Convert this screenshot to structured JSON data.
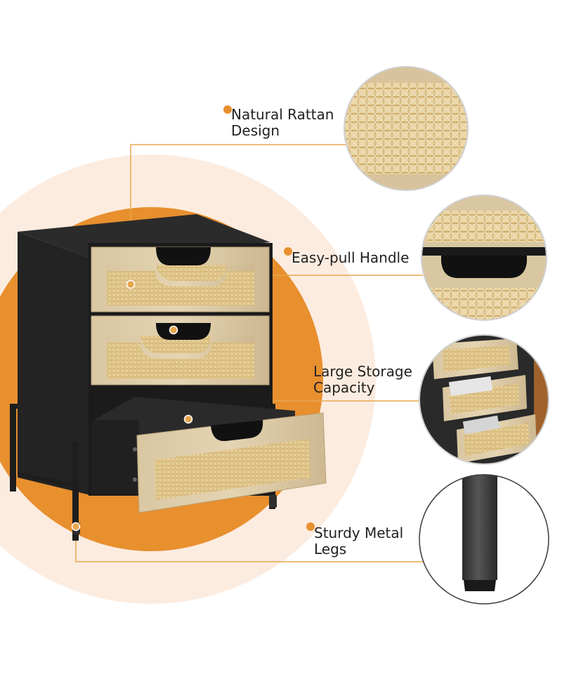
{
  "features": [
    {
      "id": "rattan",
      "lines": [
        "Natural Rattan",
        "Design"
      ],
      "detail_icon": "rattan-texture"
    },
    {
      "id": "handle",
      "lines": [
        "Easy-pull Handle"
      ],
      "detail_icon": "drawer-handle-cutout"
    },
    {
      "id": "storage",
      "lines": [
        "Large Storage",
        "Capacity"
      ],
      "detail_icon": "open-drawers"
    },
    {
      "id": "legs",
      "lines": [
        "Sturdy Metal",
        "Legs"
      ],
      "detail_icon": "metal-leg"
    }
  ],
  "colors": {
    "accent_orange": "#e8902f",
    "accent_light": "#fbebdc",
    "callout_line": "#e7a64f",
    "cabinet_black": "#1c1c1c",
    "drawer_oak": "#d7c29b",
    "rattan": "#e2c98d",
    "leg_metal": "#3a3a3a"
  }
}
